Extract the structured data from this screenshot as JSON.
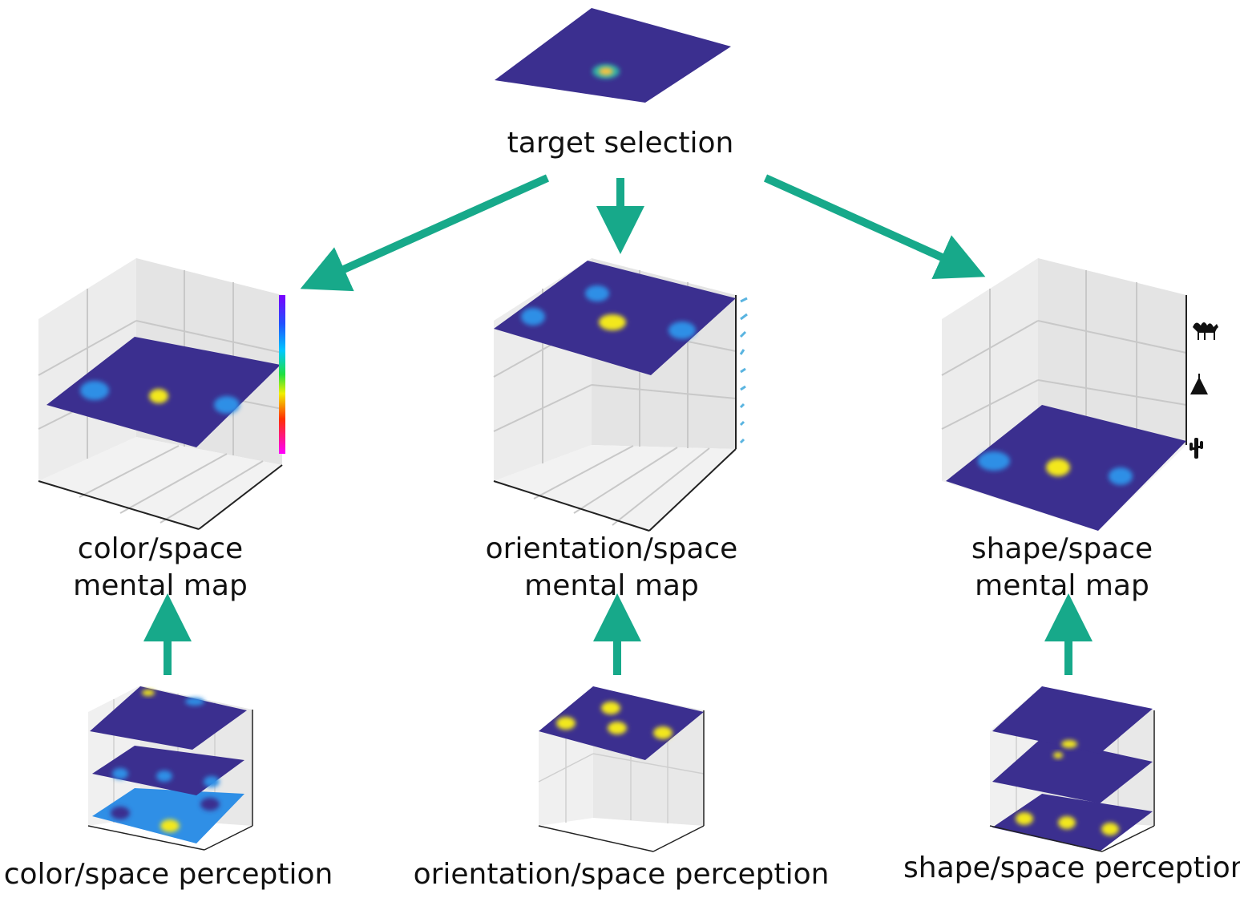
{
  "labels": {
    "target": "target selection",
    "color_map": [
      "color/space",
      "mental map"
    ],
    "orientation_map": [
      "orientation/space",
      "mental map"
    ],
    "shape_map": [
      "shape/space",
      "mental map"
    ],
    "color_perception": "color/space perception",
    "orientation_perception": "orientation/space perception",
    "shape_perception": "shape/space perception"
  },
  "colors": {
    "arrow": "#17a98a",
    "plane": "#3b2f8f",
    "blob_yellow": "#f3e81c",
    "blob_blue": "#2f8fe6",
    "pane": "#e8e8e8",
    "grid": "#c9c9c9",
    "orientation_ticks": "#5ab4e0"
  },
  "icons": [
    "camel-icon",
    "tent-icon",
    "cactus-icon",
    "color-spectrum-bar",
    "orientation-tick-marks"
  ]
}
